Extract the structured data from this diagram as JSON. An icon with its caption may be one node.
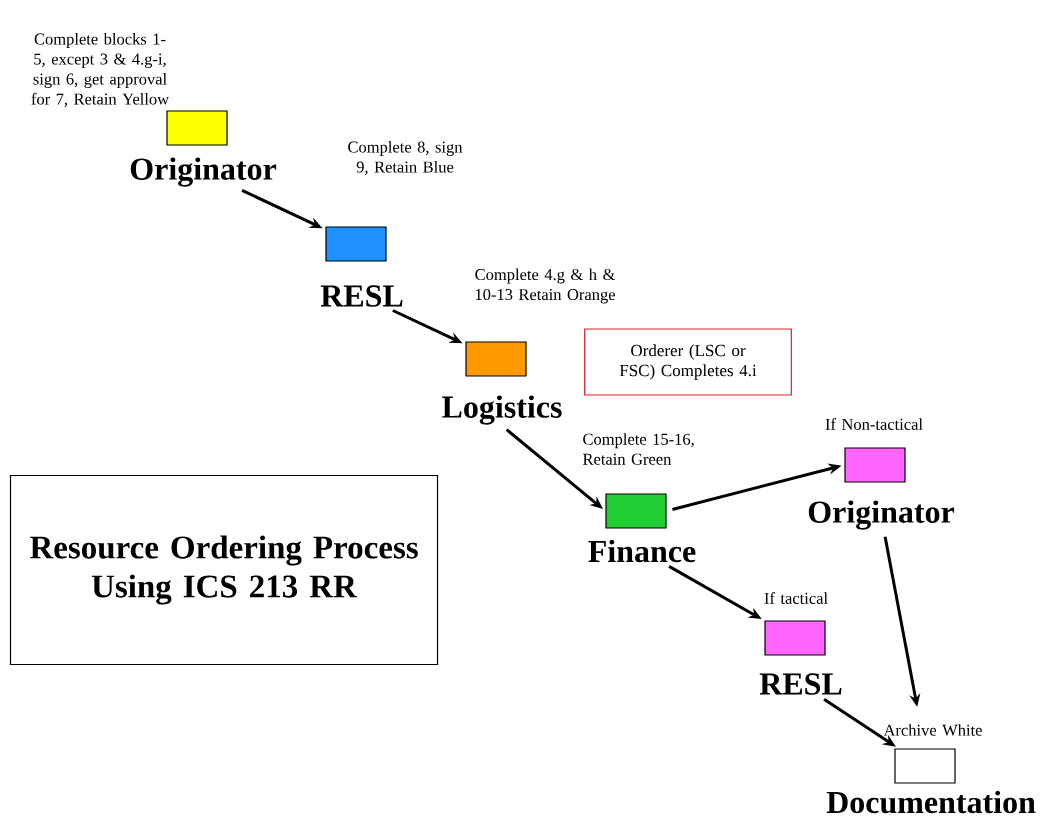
{
  "diagram": {
    "nodes": [
      {
        "text": [
          "Originator"
        ],
        "beside": [
          "Complete blocks 1-5, except 3 & 4.g-i, sign 6, get approval for 7, Retain Yellow"
        ]
      },
      {
        "text": [
          "RESL"
        ],
        "beside": [
          "Complete 8, sign 9, Retain Blue"
        ]
      },
      {
        "text": [
          "Logistics"
        ],
        "beside": [
          "Complete 4.g & h & 10-13 Retain Orange"
        ]
      },
      {
        "text": [
          "Finance"
        ],
        "beside": [
          "Complete 15-16, Retain Green"
        ]
      },
      {
        "text": [
          "Originator"
        ],
        "beside": [
          "If Non-tactical"
        ]
      },
      {
        "text": [
          "RESL"
        ],
        "beside": [
          "If tactical"
        ]
      },
      {
        "text": [
          "Documentation"
        ],
        "beside": [
          "Archive White"
        ]
      },
      {
        "text": [
          "Orderer (LSC or FSC) Completes 4.i"
        ]
      },
      {
        "text": [
          "Resource Ordering Process Using ICS 213 RR"
        ]
      }
    ],
    "edges": [
      {
        "from": 0,
        "to": 1,
        "arrow": "to"
      },
      {
        "from": 1,
        "to": 2,
        "arrow": "to"
      },
      {
        "from": 2,
        "to": 3,
        "arrow": "to"
      },
      {
        "from": 3,
        "to": 4,
        "arrow": "to"
      },
      {
        "from": 3,
        "to": 5,
        "arrow": "to"
      },
      {
        "from": 4,
        "to": 6,
        "arrow": "to"
      },
      {
        "from": 5,
        "to": 6,
        "arrow": "to"
      }
    ]
  }
}
